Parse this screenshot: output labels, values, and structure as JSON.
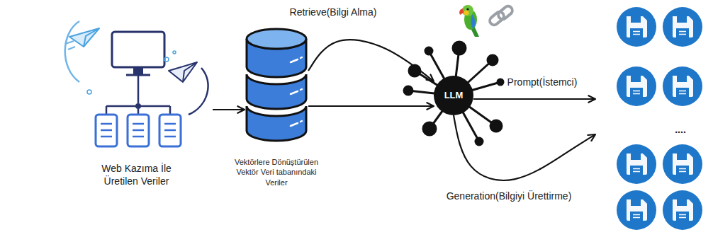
{
  "diagram": {
    "nodes": [
      {
        "text": [
          "Web Kazıma İle Üretilen Veriler"
        ]
      },
      {
        "text": [
          "Vektörlere Dönüştürülen Vektör Veri tabanındaki Veriler"
        ]
      },
      {
        "text": [
          "LLM"
        ]
      },
      {
        "text": [
          "...."
        ]
      }
    ],
    "edges": [
      {
        "from": 0,
        "to": 1,
        "arrow": "to"
      },
      {
        "from": 1,
        "to": 2,
        "label": "Retrieve(Bilgi Alma)",
        "arrow": "to"
      },
      {
        "from": 1,
        "to": 2,
        "arrow": "to"
      },
      {
        "from": 2,
        "to": 3,
        "label": "Prompt(İstemci)",
        "arrow": "to"
      },
      {
        "from": 2,
        "to": 3,
        "label": "Generation(Bilgiyi Ürettirme)",
        "arrow": "to"
      }
    ]
  }
}
